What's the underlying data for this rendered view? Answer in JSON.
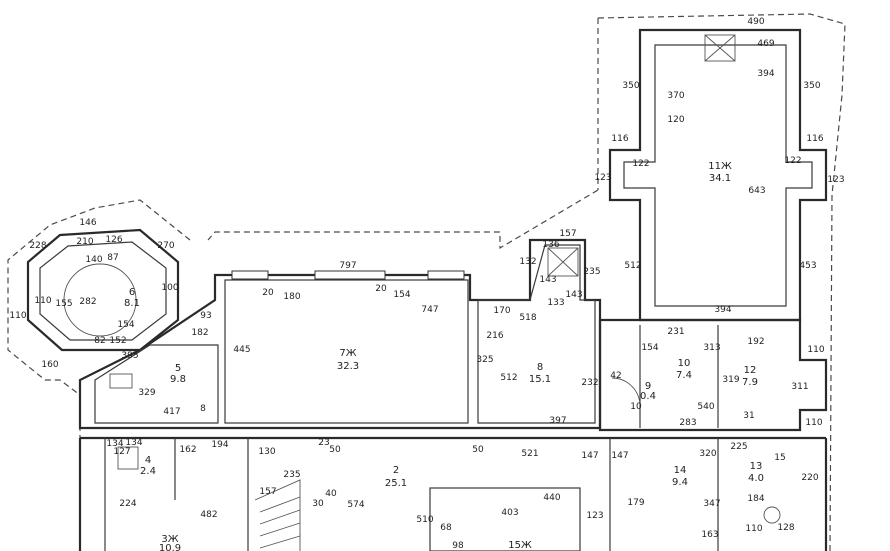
{
  "plan": {
    "rooms": [
      {
        "id": "r11",
        "label": "11Ж",
        "area": "34.1"
      },
      {
        "id": "r7",
        "label": "7Ж",
        "area": "32.3"
      },
      {
        "id": "r8",
        "label": "8",
        "area": "15.1"
      },
      {
        "id": "r6",
        "label": "6",
        "area": "8.1"
      },
      {
        "id": "r5",
        "label": "5",
        "area": "9.8"
      },
      {
        "id": "r10",
        "label": "10",
        "area": "7.4"
      },
      {
        "id": "r12",
        "label": "12",
        "area": "7.9"
      },
      {
        "id": "r9",
        "label": "9",
        "area": "0.4"
      },
      {
        "id": "r2",
        "label": "2",
        "area": "25.1"
      },
      {
        "id": "r4",
        "label": "4",
        "area": "2.4"
      },
      {
        "id": "r14",
        "label": "14",
        "area": "9.4"
      },
      {
        "id": "r13",
        "label": "13",
        "area": "4.0"
      },
      {
        "id": "r3",
        "label": "3Ж",
        "area": "10.9"
      },
      {
        "id": "r15",
        "label": "15Ж",
        "area": ""
      }
    ],
    "dims": [
      "490",
      "469",
      "394",
      "350",
      "350",
      "370",
      "120",
      "116",
      "116",
      "122",
      "122",
      "123",
      "123",
      "643",
      "512",
      "453",
      "394",
      "797",
      "180",
      "154",
      "747",
      "20",
      "20",
      "445",
      "170",
      "216",
      "325",
      "512",
      "397",
      "518",
      "232",
      "235",
      "157",
      "136",
      "132",
      "143",
      "133",
      "143",
      "146",
      "228",
      "270",
      "210",
      "126",
      "140",
      "87",
      "282",
      "110",
      "100",
      "155",
      "154",
      "152",
      "110",
      "160",
      "82",
      "182",
      "93",
      "395",
      "329",
      "224",
      "417",
      "134",
      "127",
      "8",
      "231",
      "192",
      "154",
      "319",
      "313",
      "540",
      "31",
      "311",
      "283",
      "110",
      "110",
      "225",
      "194",
      "130",
      "235",
      "521",
      "147",
      "162",
      "134",
      "482",
      "50",
      "23",
      "50",
      "40",
      "30",
      "157",
      "574",
      "510",
      "403",
      "440",
      "98",
      "68",
      "147",
      "123",
      "179",
      "163",
      "347",
      "320",
      "184",
      "110",
      "128",
      "220",
      "15",
      "42",
      "10"
    ]
  }
}
